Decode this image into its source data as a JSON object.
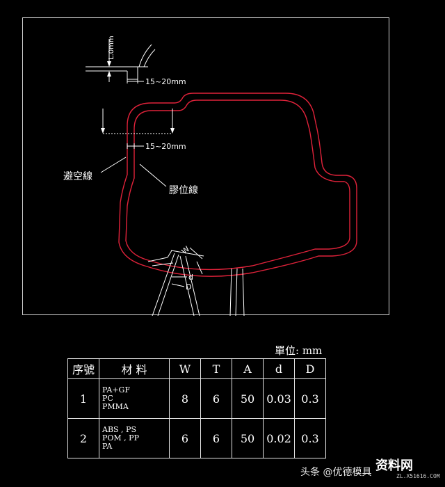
{
  "drawing": {
    "dim_lo": "L.0mm",
    "dim_gap_top": "15~20mm",
    "dim_gap_mid": "15~20mm",
    "label_relief_line": "避空線",
    "label_glue_line": "膠位線",
    "label_w": "W",
    "label_d_small": "d",
    "label_d_big": "D",
    "colors": {
      "outline": "#e0223a",
      "lines": "#ffffff",
      "frame": "#d8d8d8"
    }
  },
  "table": {
    "unit": "單位: mm",
    "headers": [
      "序號",
      "材  料",
      "W",
      "T",
      "A",
      "d",
      "D"
    ],
    "rows": [
      {
        "no": "1",
        "materials": [
          "PA+GF",
          "PC",
          "PMMA"
        ],
        "W": "8",
        "T": "6",
        "A": "50",
        "d": "0.03",
        "D": "0.3"
      },
      {
        "no": "2",
        "materials": [
          "ABS , PS",
          "POM , PP",
          "PA"
        ],
        "W": "6",
        "T": "6",
        "A": "50",
        "d": "0.02",
        "D": "0.3"
      }
    ]
  },
  "watermark": {
    "text": "头条 @优德模具",
    "logo": "资料网",
    "url": "ZL.X51616.COM"
  }
}
